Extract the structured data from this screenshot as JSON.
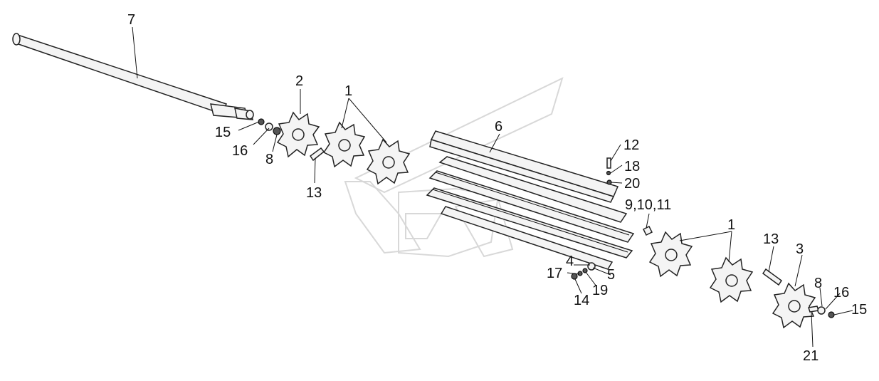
{
  "diagram": {
    "labels": [
      {
        "id": "l7",
        "text": "7"
      },
      {
        "id": "l2",
        "text": "2"
      },
      {
        "id": "l1a",
        "text": "1"
      },
      {
        "id": "l6",
        "text": "6"
      },
      {
        "id": "l12",
        "text": "12"
      },
      {
        "id": "l18",
        "text": "18"
      },
      {
        "id": "l20",
        "text": "20"
      },
      {
        "id": "l15a",
        "text": "15"
      },
      {
        "id": "l16a",
        "text": "16"
      },
      {
        "id": "l8a",
        "text": "8"
      },
      {
        "id": "l13a",
        "text": "13"
      },
      {
        "id": "l91011",
        "text": "9,10,11"
      },
      {
        "id": "l1b",
        "text": "1"
      },
      {
        "id": "l13b",
        "text": "13"
      },
      {
        "id": "l3",
        "text": "3"
      },
      {
        "id": "l4",
        "text": "4"
      },
      {
        "id": "l17",
        "text": "17"
      },
      {
        "id": "l5",
        "text": "5"
      },
      {
        "id": "l19",
        "text": "19"
      },
      {
        "id": "l14",
        "text": "14"
      },
      {
        "id": "l8b",
        "text": "8"
      },
      {
        "id": "l16b",
        "text": "16"
      },
      {
        "id": "l15b",
        "text": "15"
      },
      {
        "id": "l21",
        "text": "21"
      }
    ]
  }
}
